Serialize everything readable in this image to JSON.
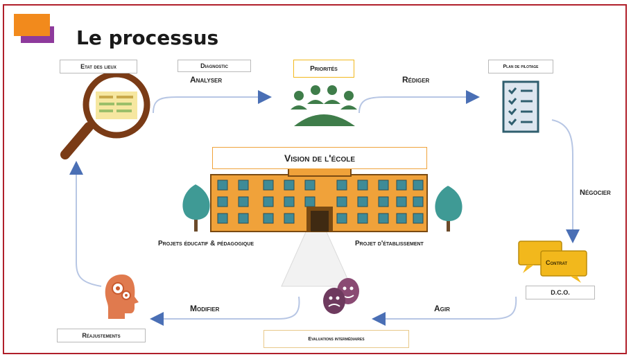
{
  "title": "Le processus",
  "steps": {
    "etat_des_lieux": "Etat des lieux",
    "diagnostic": "Diagnostic",
    "analyser": "Analyser",
    "priorites": "Priorités",
    "rediger": "Rédiger",
    "plan_de_pilotage": "Plan de pilotage",
    "negocier": "Négocier",
    "contrat": "Contrat",
    "dco": "D.C.O.",
    "agir": "Agir",
    "evaluations": "Evaluations intermédiaires",
    "modifier": "Modifier",
    "reajustements": "Réajustements"
  },
  "center": {
    "vision": "Vision de l'école",
    "projets_educatif": "Projets éducatif & pédagogique",
    "projet_etablissement": "Projet d'établissement"
  },
  "colors": {
    "frame": "#b01f2a",
    "accent_orange": "#f28a1c",
    "accent_purple": "#8e3a9c",
    "arrow": "#4a6fb5",
    "building": "#f0a23a",
    "green": "#3f7d4a",
    "tree": "#3f9a95",
    "speech": "#f2b81c"
  },
  "icons": [
    "magnifier-icon",
    "group-icon",
    "checklist-icon",
    "speech-bubbles-icon",
    "theater-masks-icon",
    "head-gears-icon",
    "school-building-icon",
    "tree-icon"
  ]
}
